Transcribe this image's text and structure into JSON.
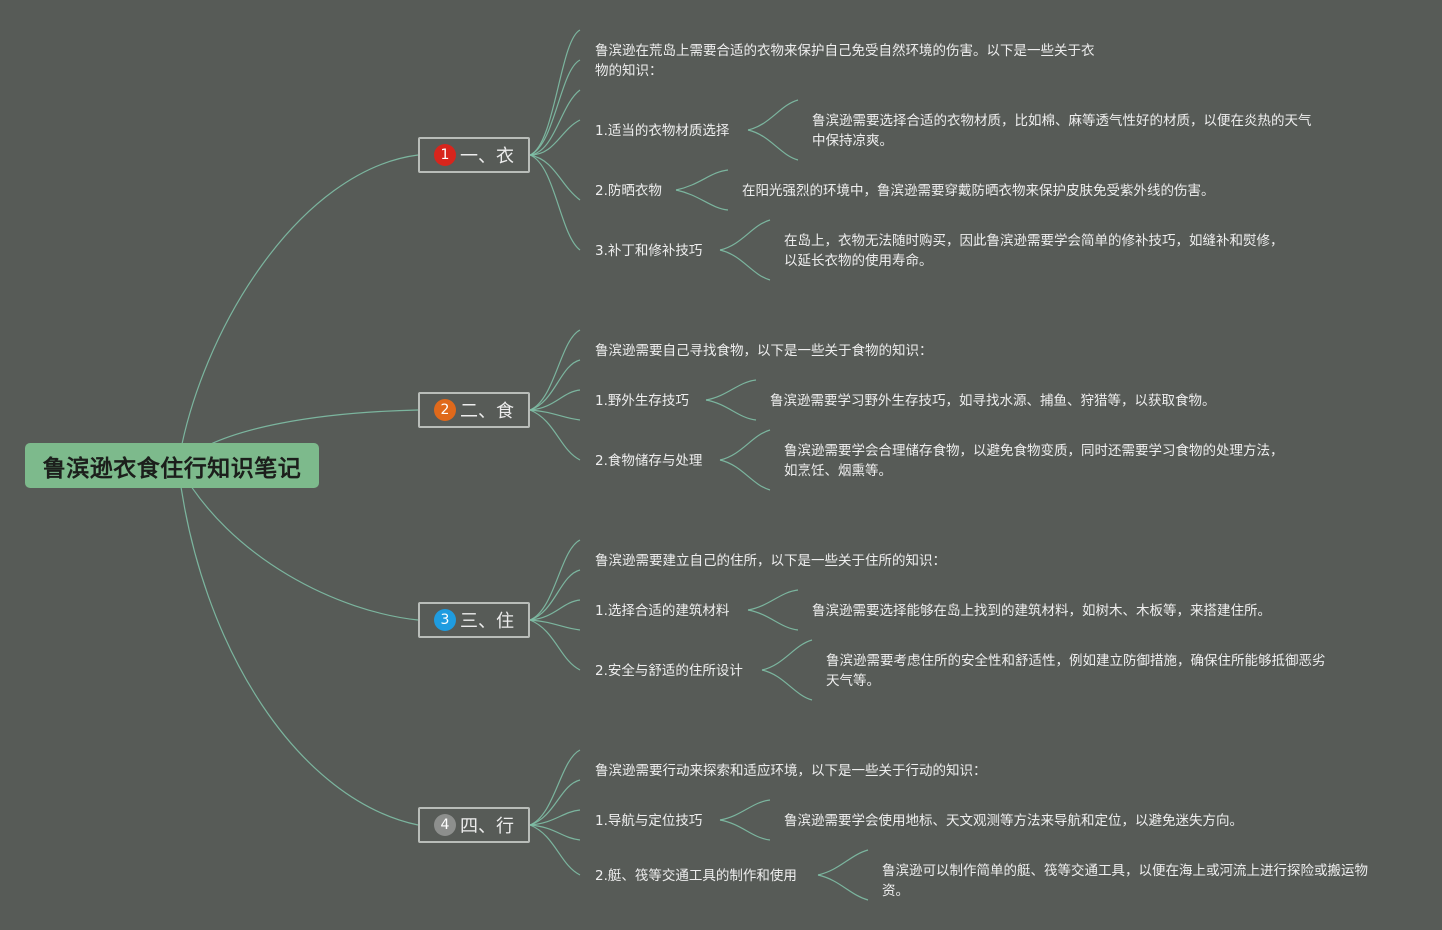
{
  "root": {
    "title": "鲁滨逊衣食住行知识笔记"
  },
  "branches": [
    {
      "badge": "1",
      "badge_color": "#d8251c",
      "label": "一、衣",
      "intro": "鲁滨逊在荒岛上需要合适的衣物来保护自己免受自然环境的伤害。以下是一些关于衣物的知识：",
      "items": [
        {
          "title": "1.适当的衣物材质选择",
          "desc": "鲁滨逊需要选择合适的衣物材质，比如棉、麻等透气性好的材质，以便在炎热的天气中保持凉爽。"
        },
        {
          "title": "2.防晒衣物",
          "desc": "在阳光强烈的环境中，鲁滨逊需要穿戴防晒衣物来保护皮肤免受紫外线的伤害。"
        },
        {
          "title": "3.补丁和修补技巧",
          "desc": "在岛上，衣物无法随时购买，因此鲁滨逊需要学会简单的修补技巧，如缝补和熨修，以延长衣物的使用寿命。"
        }
      ]
    },
    {
      "badge": "2",
      "badge_color": "#e0691b",
      "label": "二、食",
      "intro": "鲁滨逊需要自己寻找食物，以下是一些关于食物的知识：",
      "items": [
        {
          "title": "1.野外生存技巧",
          "desc": "鲁滨逊需要学习野外生存技巧，如寻找水源、捕鱼、狩猎等，以获取食物。"
        },
        {
          "title": "2.食物储存与处理",
          "desc": "鲁滨逊需要学会合理储存食物，以避免食物变质，同时还需要学习食物的处理方法，如烹饪、烟熏等。"
        }
      ]
    },
    {
      "badge": "3",
      "badge_color": "#1f9ce0",
      "label": "三、住",
      "intro": "鲁滨逊需要建立自己的住所，以下是一些关于住所的知识：",
      "items": [
        {
          "title": "1.选择合适的建筑材料",
          "desc": "鲁滨逊需要选择能够在岛上找到的建筑材料，如树木、木板等，来搭建住所。"
        },
        {
          "title": "2.安全与舒适的住所设计",
          "desc": "鲁滨逊需要考虑住所的安全性和舒适性，例如建立防御措施，确保住所能够抵御恶劣天气等。"
        }
      ]
    },
    {
      "badge": "4",
      "badge_color": "#8d8f8d",
      "label": "四、行",
      "intro": "鲁滨逊需要行动来探索和适应环境，以下是一些关于行动的知识：",
      "items": [
        {
          "title": "1.导航与定位技巧",
          "desc": "鲁滨逊需要学会使用地标、天文观测等方法来导航和定位，以避免迷失方向。"
        },
        {
          "title": "2.艇、筏等交通工具的制作和使用",
          "desc": "鲁滨逊可以制作简单的艇、筏等交通工具，以便在海上或河流上进行探险或搬运物资。"
        }
      ]
    }
  ]
}
